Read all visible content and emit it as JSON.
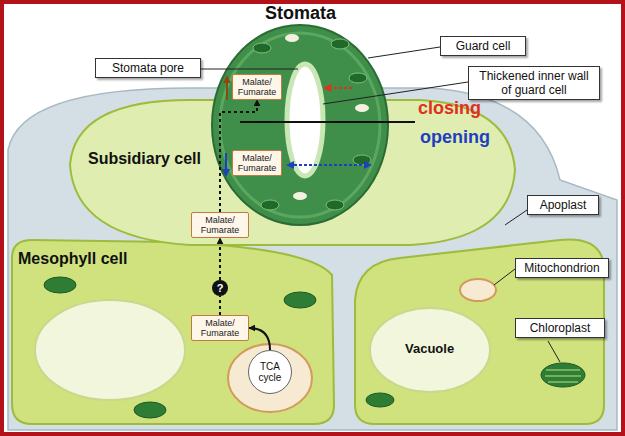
{
  "diagram": {
    "title": "Stomata",
    "nodes": [
      {
        "text": [
          "Guard cell"
        ]
      },
      {
        "text": [
          "Stomata pore"
        ]
      },
      {
        "text": [
          "Thickened inner wall of guard cell"
        ]
      },
      {
        "text": [
          "Malate/ Fumarate"
        ]
      },
      {
        "text": [
          "Malate/ Fumarate"
        ]
      },
      {
        "text": [
          "Malate/ Fumarate"
        ]
      },
      {
        "text": [
          "Apoplast"
        ]
      },
      {
        "text": [
          "Mitochondrion"
        ]
      },
      {
        "text": [
          "?"
        ]
      },
      {
        "text": [
          "Malate/ Fumarate"
        ]
      },
      {
        "text": [
          "Chloroplast"
        ]
      },
      {
        "text": [
          "TCA cycle"
        ]
      }
    ],
    "edges": [
      {
        "from": 11,
        "to": 9,
        "arrow": "to"
      },
      {
        "from": 9,
        "to": 8,
        "arrow": "none"
      },
      {
        "from": 8,
        "to": 5,
        "arrow": "to"
      },
      {
        "from": 5,
        "to": 3,
        "arrow": "to"
      }
    ],
    "labels": [
      "closing",
      "opening",
      "Subsidiary cell",
      "Mesophyll cell",
      "Vacuole"
    ]
  }
}
